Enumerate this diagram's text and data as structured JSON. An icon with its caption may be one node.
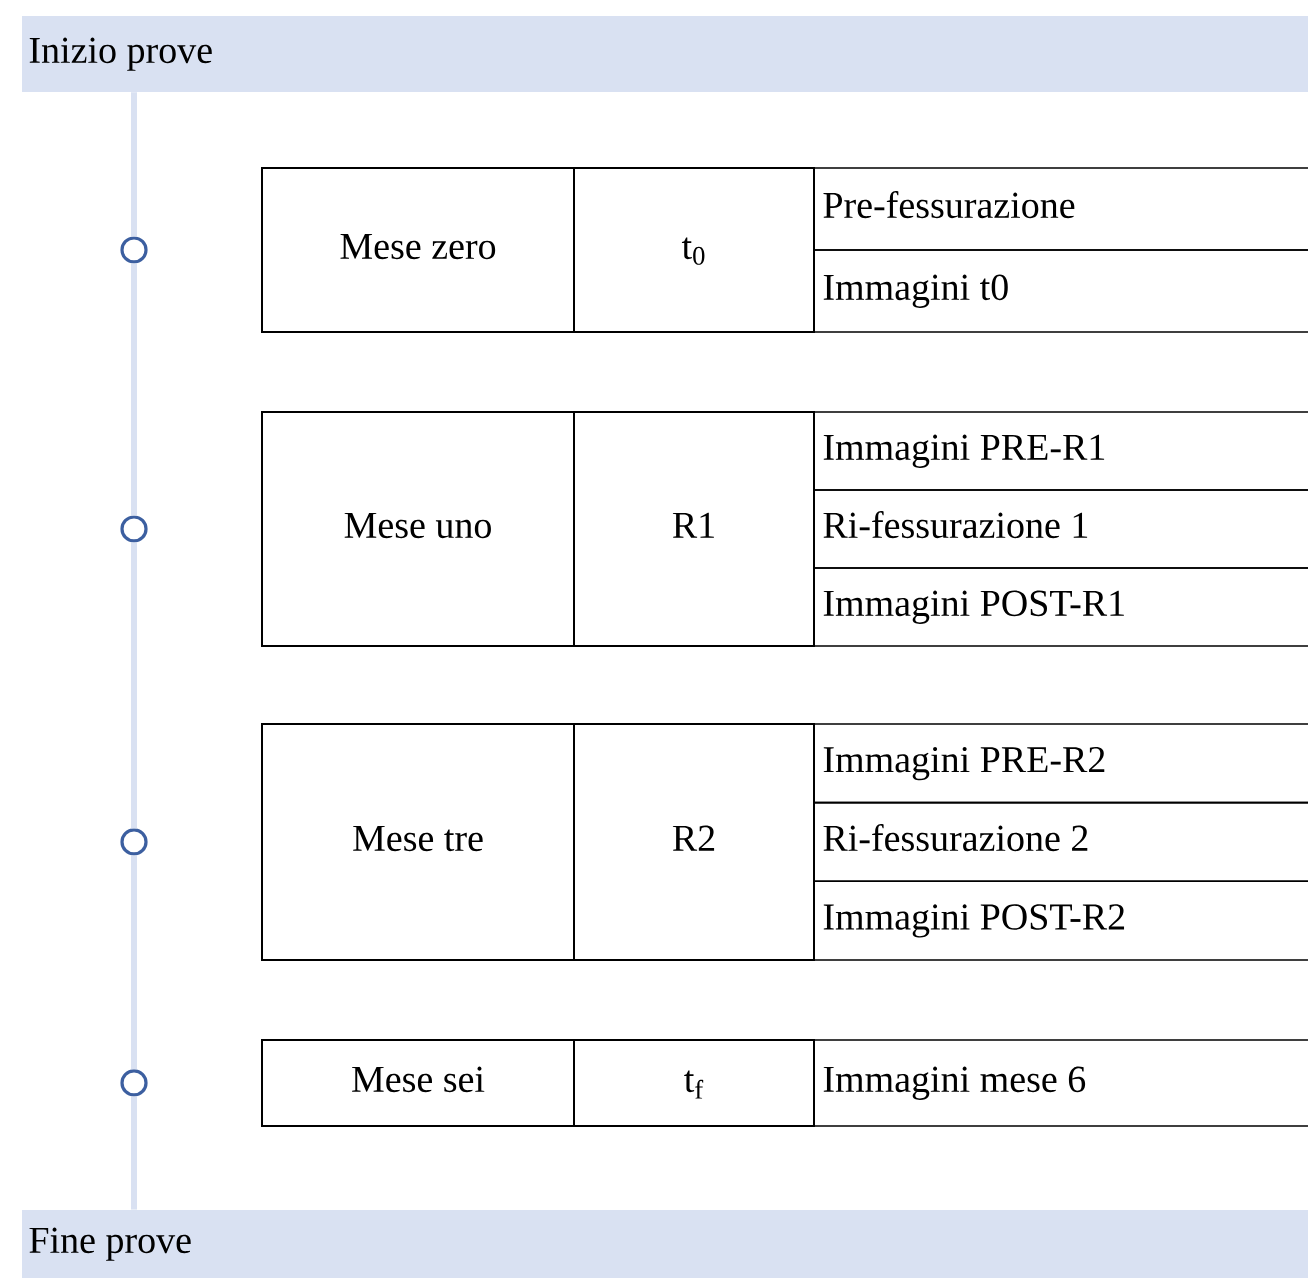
{
  "diagram": {
    "nodes": [
      {
        "text": [
          "Inizio prove"
        ]
      },
      {
        "text": [],
        "shape": "circle"
      },
      {
        "text": [
          "Mese zero"
        ]
      },
      {
        "text": [
          "t$_{0}$"
        ]
      },
      {
        "text": [
          "Pre-fessurazione"
        ]
      },
      {
        "text": [
          "Immagini t0"
        ]
      },
      {
        "text": [],
        "shape": "circle"
      },
      {
        "text": [
          "Mese uno"
        ]
      },
      {
        "text": [
          "R1"
        ]
      },
      {
        "text": [
          "Immagini PRE-R1"
        ]
      },
      {
        "text": [
          "Ri-fessurazione 1"
        ]
      },
      {
        "text": [
          "Immagini POST-R1"
        ]
      },
      {
        "text": [],
        "shape": "circle"
      },
      {
        "text": [
          "Mese tre"
        ]
      },
      {
        "text": [
          "R2"
        ]
      },
      {
        "text": [
          "Immagini PRE-R2"
        ]
      },
      {
        "text": [
          "Ri-fessurazione 2"
        ]
      },
      {
        "text": [
          "Immagini POST-R2"
        ]
      },
      {
        "text": [],
        "shape": "circle"
      },
      {
        "text": [
          "Mese sei"
        ]
      },
      {
        "text": [
          "t$_{f}$"
        ]
      },
      {
        "text": [
          "Immagini mese 6"
        ]
      },
      {
        "text": [
          "Fine prove"
        ]
      }
    ],
    "edges": [
      {
        "from": 0,
        "to": 1,
        "arrow": "none"
      },
      {
        "from": 1,
        "to": 6,
        "arrow": "none"
      },
      {
        "from": 6,
        "to": 12,
        "arrow": "none"
      },
      {
        "from": 12,
        "to": 18,
        "arrow": "none"
      },
      {
        "from": 18,
        "to": 22,
        "arrow": "none"
      }
    ]
  }
}
